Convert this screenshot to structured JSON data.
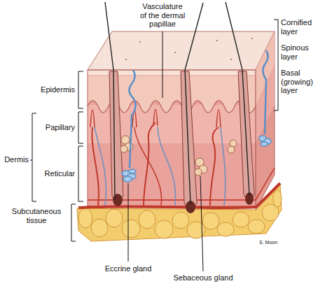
{
  "diagram": {
    "labels": [
      "Vasculature of the dermal papillae",
      "Cornified layer",
      "Spinous layer",
      "Basal (growing) layer",
      "Epidermis",
      "Papillary",
      "Dermis",
      "Reticular",
      "Subcutaneous tissue",
      "Eccrine gland",
      "Sebaceous gland",
      "S. Moon"
    ]
  }
}
